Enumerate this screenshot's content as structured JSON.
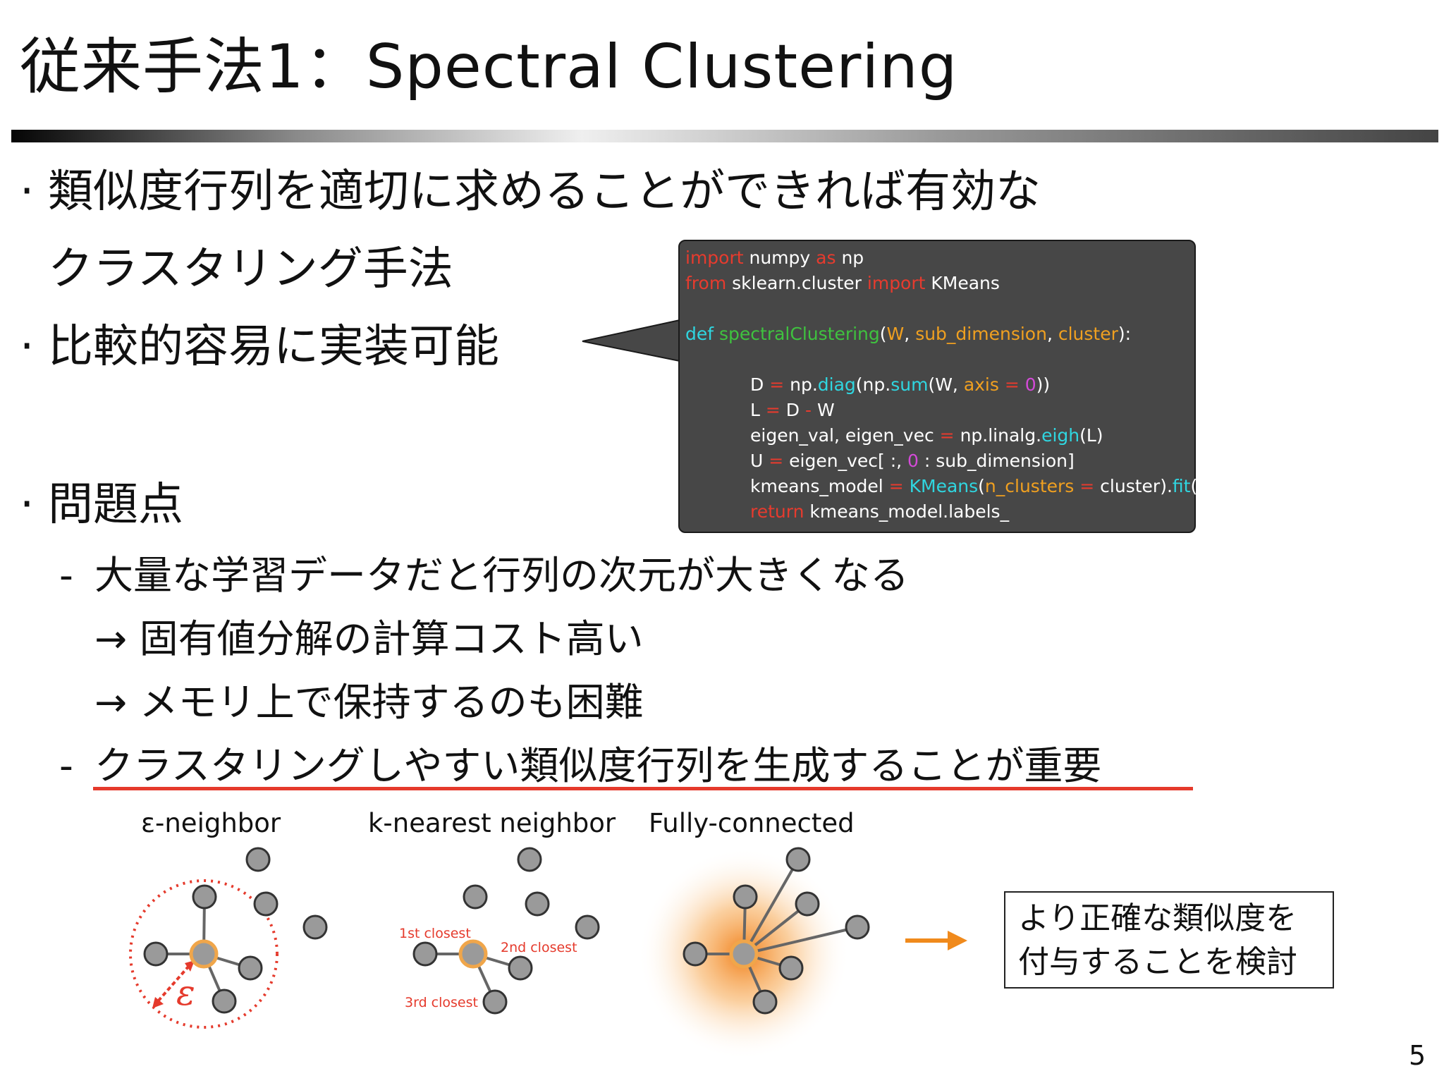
{
  "slide": {
    "title": "従来手法1：Spectral Clustering",
    "page_number": "5"
  },
  "bullets": [
    {
      "marker": "·",
      "text": "類似度行列を適切に求めることができれば有効な"
    },
    {
      "marker": "",
      "text": "クラスタリング手法"
    },
    {
      "marker": "·",
      "text": "比較的容易に実装可能"
    },
    {
      "marker": "·",
      "text": "問題点"
    }
  ],
  "problems": [
    {
      "marker": "-",
      "text": "大量な学習データだと行列の次元が大きくなる"
    },
    {
      "marker": "",
      "text": "→ 固有値分解の計算コスト高い"
    },
    {
      "marker": "",
      "text": "→ メモリ上で保持するのも困難"
    },
    {
      "marker": "-",
      "text": "クラスタリングしやすい類似度行列を生成することが重要"
    }
  ],
  "code": {
    "line1": {
      "kw1": "import",
      "t1": " numpy ",
      "kw2": "as",
      "t2": " np"
    },
    "line2": {
      "kw1": "from",
      "t1": " sklearn.cluster ",
      "kw2": "import",
      "t2": " KMeans"
    },
    "line3": {
      "def": "def",
      "fn": "spectralClustering",
      "p1": "(",
      "a1": "W",
      "c1": ", ",
      "a2": "sub_dimension",
      "c2": ", ",
      "a3": "cluster",
      "p2": "):"
    },
    "line4": {
      "t1": "D ",
      "op": "=",
      "t2": " np.",
      "f1": "diag",
      "t3": "(np.",
      "f2": "sum",
      "t4": "(W, ",
      "ar": "axis",
      "t5": " ",
      "op2": "=",
      "t6": " ",
      "nm": "0",
      "t7": "))"
    },
    "line5": {
      "t1": "L ",
      "op": "=",
      "t2": " D ",
      "op2": "-",
      "t3": " W"
    },
    "line6": {
      "t1": "eigen_val, eigen_vec ",
      "op": "=",
      "t2": " np.linalg.",
      "f1": "eigh",
      "t3": "(L)"
    },
    "line7": {
      "t1": "U ",
      "op": "=",
      "t2": " eigen_vec[ :, ",
      "nm": "0",
      "t3": " : sub_dimension]"
    },
    "line8": {
      "t1": "kmeans_model ",
      "op": "=",
      "t2": " ",
      "f1": "KMeans",
      "t3": "(",
      "ar": "n_clusters",
      "t4": " ",
      "op2": "=",
      "t5": " cluster).",
      "f2": "fit",
      "t6": "(U)"
    },
    "line9": {
      "kw": "return",
      "t1": " kmeans_model.labels_"
    }
  },
  "diagrams": {
    "eps_label": "ε-neighbor",
    "eps_symbol": "ε",
    "knn_label": "k-nearest neighbor",
    "knn_annotations": [
      "1st closest",
      "2nd closest",
      "3rd closest"
    ],
    "full_label": "Fully-connected",
    "result_lines": [
      "より正確な類似度を",
      "付与することを検討"
    ]
  },
  "colors": {
    "center_node": "#f0a64a",
    "node": "#9a9a9a",
    "accent_red": "#e53a2c",
    "arrow_orange": "#f08a1c",
    "code_bg": "#474747"
  }
}
